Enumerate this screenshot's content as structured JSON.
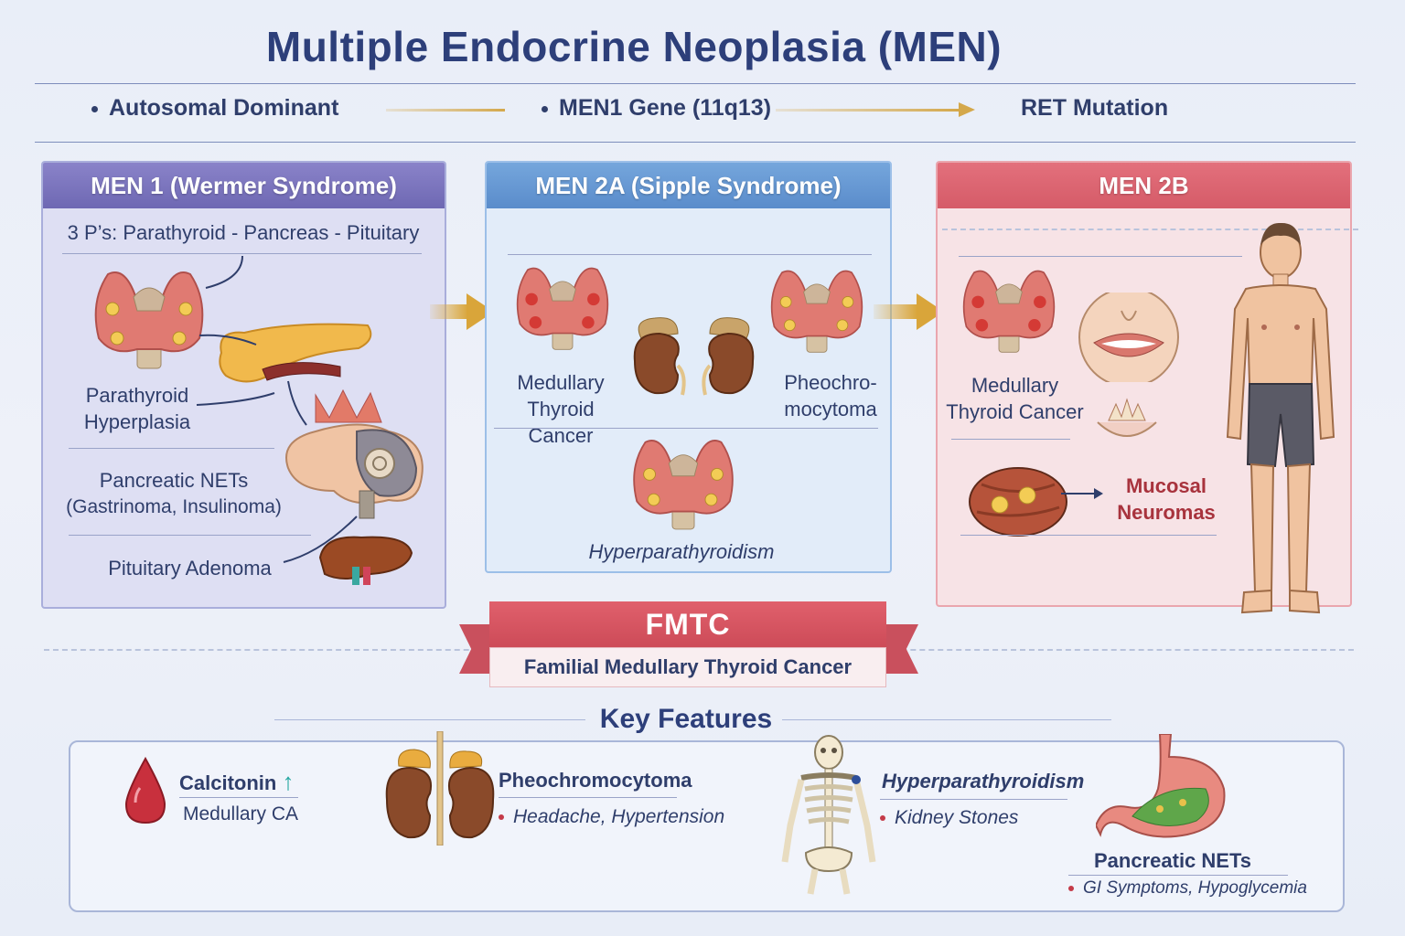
{
  "title": "Multiple Endocrine Neoplasia (MEN)",
  "genetics": {
    "item1": "Autosomal Dominant",
    "item2": "MEN1 Gene (11q13)",
    "item3": "RET Mutation"
  },
  "men1": {
    "header": "MEN 1 (Wermer Syndrome)",
    "subtitle": "3 P’s: Parathyroid - Pancreas - Pituitary",
    "label1_line1": "Parathyroid",
    "label1_line2": "Hyperplasia",
    "label2_line1": "Pancreatic NETs",
    "label2_line2": "(Gastrinoma, Insulinoma)",
    "label3": "Pituitary Adenoma"
  },
  "men2a": {
    "header": "MEN 2A (Sipple Syndrome)",
    "label1_line1": "Medullary",
    "label1_line2": "Thyroid Cancer",
    "label2_line1": "Pheochro-",
    "label2_line2": "mocytoma",
    "label3": "Hyperparathyroidism"
  },
  "men2b": {
    "header": "MEN 2B",
    "label1_line1": "Medullary",
    "label1_line2": "Thyroid Cancer",
    "label2_line1": "Mucosal",
    "label2_line2": "Neuromas"
  },
  "fmtc": {
    "title": "FMTC",
    "subtitle": "Familial Medullary Thyroid Cancer"
  },
  "key_features": {
    "title": "Key Features",
    "items": [
      {
        "title": "Calcitonin",
        "detail": "Medullary CA",
        "icon": "blood-drop-icon"
      },
      {
        "title": "Pheochromocytoma",
        "detail": "Headache, Hypertension",
        "icon": "adrenal-kidney-icon"
      },
      {
        "title": "Hyperparathyroidism",
        "detail": "Kidney Stones",
        "icon": "skeleton-icon"
      },
      {
        "title": "Pancreatic NETs",
        "detail": "GI Symptoms, Hypoglycemia",
        "icon": "stomach-icon"
      }
    ],
    "calcitonin_arrow": "↑"
  },
  "colors": {
    "men1": "#6e68b3",
    "men2a": "#5a8ccb",
    "men2b": "#d55b68",
    "accent_arrow": "#d9a53a"
  }
}
